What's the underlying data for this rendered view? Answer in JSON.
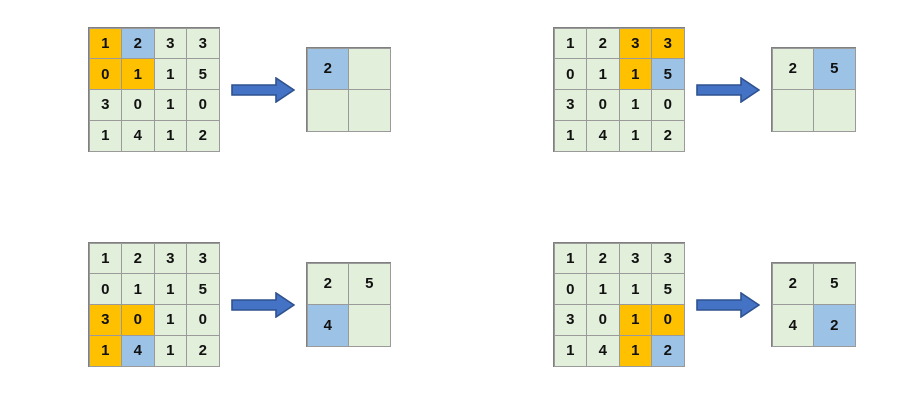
{
  "figure": {
    "background_color": "#ffffff",
    "colors": {
      "grid_fill": "#e2efda",
      "highlight_orange": "#ffc000",
      "highlight_blue": "#9cc3e5",
      "cell_border": "#9a9a9a",
      "grid_border": "#808080",
      "arrow_fill": "#4472c4",
      "arrow_stroke": "#2f528f",
      "text_color": "#111111"
    },
    "arrow_glyph": "right-block-arrow"
  },
  "examples": [
    {
      "id": "example-1",
      "input": {
        "rows": 4,
        "cols": 4,
        "values": [
          [
            "1",
            "2",
            "3",
            "3"
          ],
          [
            "0",
            "1",
            "1",
            "5"
          ],
          [
            "3",
            "0",
            "1",
            "0"
          ],
          [
            "1",
            "4",
            "1",
            "2"
          ]
        ],
        "fills": [
          [
            "orange",
            "blue",
            "green",
            "green"
          ],
          [
            "orange",
            "orange",
            "green",
            "green"
          ],
          [
            "green",
            "green",
            "green",
            "green"
          ],
          [
            "green",
            "green",
            "green",
            "green"
          ]
        ]
      },
      "output": {
        "rows": 2,
        "cols": 2,
        "values": [
          [
            "2",
            ""
          ],
          [
            "",
            ""
          ]
        ],
        "fills": [
          [
            "blue",
            "empty"
          ],
          [
            "empty",
            "empty"
          ]
        ]
      }
    },
    {
      "id": "example-2",
      "input": {
        "rows": 4,
        "cols": 4,
        "values": [
          [
            "1",
            "2",
            "3",
            "3"
          ],
          [
            "0",
            "1",
            "1",
            "5"
          ],
          [
            "3",
            "0",
            "1",
            "0"
          ],
          [
            "1",
            "4",
            "1",
            "2"
          ]
        ],
        "fills": [
          [
            "green",
            "green",
            "orange",
            "orange"
          ],
          [
            "green",
            "green",
            "orange",
            "blue"
          ],
          [
            "green",
            "green",
            "green",
            "green"
          ],
          [
            "green",
            "green",
            "green",
            "green"
          ]
        ]
      },
      "output": {
        "rows": 2,
        "cols": 2,
        "values": [
          [
            "2",
            "5"
          ],
          [
            "",
            ""
          ]
        ],
        "fills": [
          [
            "green",
            "blue"
          ],
          [
            "empty",
            "empty"
          ]
        ]
      }
    },
    {
      "id": "example-3",
      "input": {
        "rows": 4,
        "cols": 4,
        "values": [
          [
            "1",
            "2",
            "3",
            "3"
          ],
          [
            "0",
            "1",
            "1",
            "5"
          ],
          [
            "3",
            "0",
            "1",
            "0"
          ],
          [
            "1",
            "4",
            "1",
            "2"
          ]
        ],
        "fills": [
          [
            "green",
            "green",
            "green",
            "green"
          ],
          [
            "green",
            "green",
            "green",
            "green"
          ],
          [
            "orange",
            "orange",
            "green",
            "green"
          ],
          [
            "orange",
            "blue",
            "green",
            "green"
          ]
        ]
      },
      "output": {
        "rows": 2,
        "cols": 2,
        "values": [
          [
            "2",
            "5"
          ],
          [
            "4",
            ""
          ]
        ],
        "fills": [
          [
            "green",
            "green"
          ],
          [
            "blue",
            "empty"
          ]
        ]
      }
    },
    {
      "id": "example-4",
      "input": {
        "rows": 4,
        "cols": 4,
        "values": [
          [
            "1",
            "2",
            "3",
            "3"
          ],
          [
            "0",
            "1",
            "1",
            "5"
          ],
          [
            "3",
            "0",
            "1",
            "0"
          ],
          [
            "1",
            "4",
            "1",
            "2"
          ]
        ],
        "fills": [
          [
            "green",
            "green",
            "green",
            "green"
          ],
          [
            "green",
            "green",
            "green",
            "green"
          ],
          [
            "green",
            "green",
            "orange",
            "orange"
          ],
          [
            "green",
            "green",
            "orange",
            "blue"
          ]
        ]
      },
      "output": {
        "rows": 2,
        "cols": 2,
        "values": [
          [
            "2",
            "5"
          ],
          [
            "4",
            "2"
          ]
        ],
        "fills": [
          [
            "green",
            "green"
          ],
          [
            "green",
            "blue"
          ]
        ]
      }
    }
  ]
}
